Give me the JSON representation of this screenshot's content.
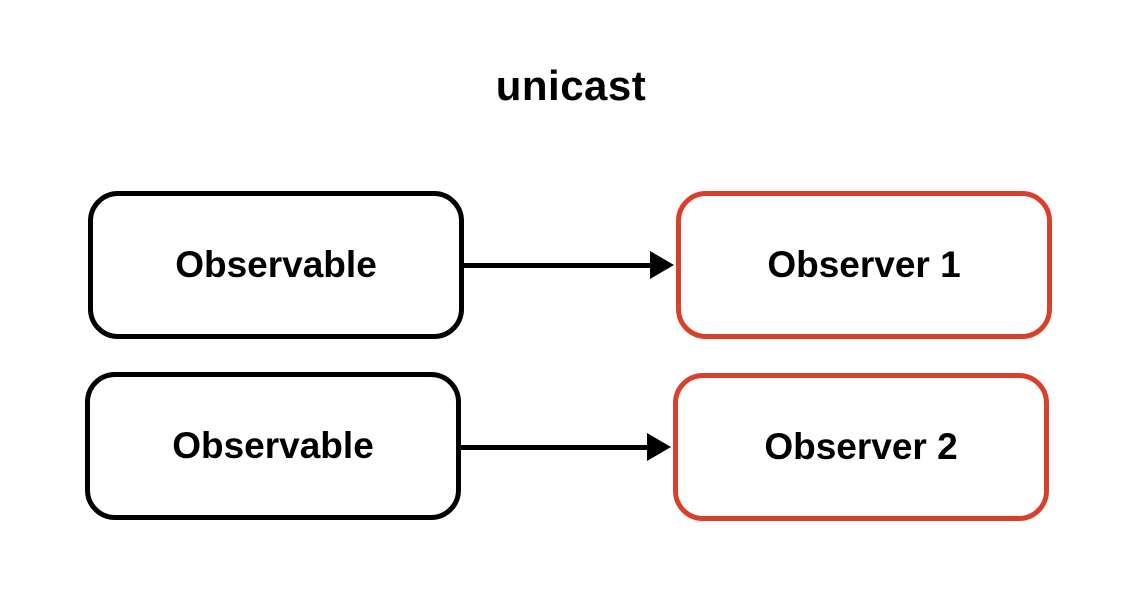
{
  "title": "unicast",
  "colors": {
    "background": "#ffffff",
    "box_border_black": "#000000",
    "box_border_red": "#d9402c",
    "text": "#000000",
    "arrow": "#000000"
  },
  "rows": [
    {
      "source": "Observable",
      "target": "Observer 1"
    },
    {
      "source": "Observable",
      "target": "Observer 2"
    }
  ]
}
